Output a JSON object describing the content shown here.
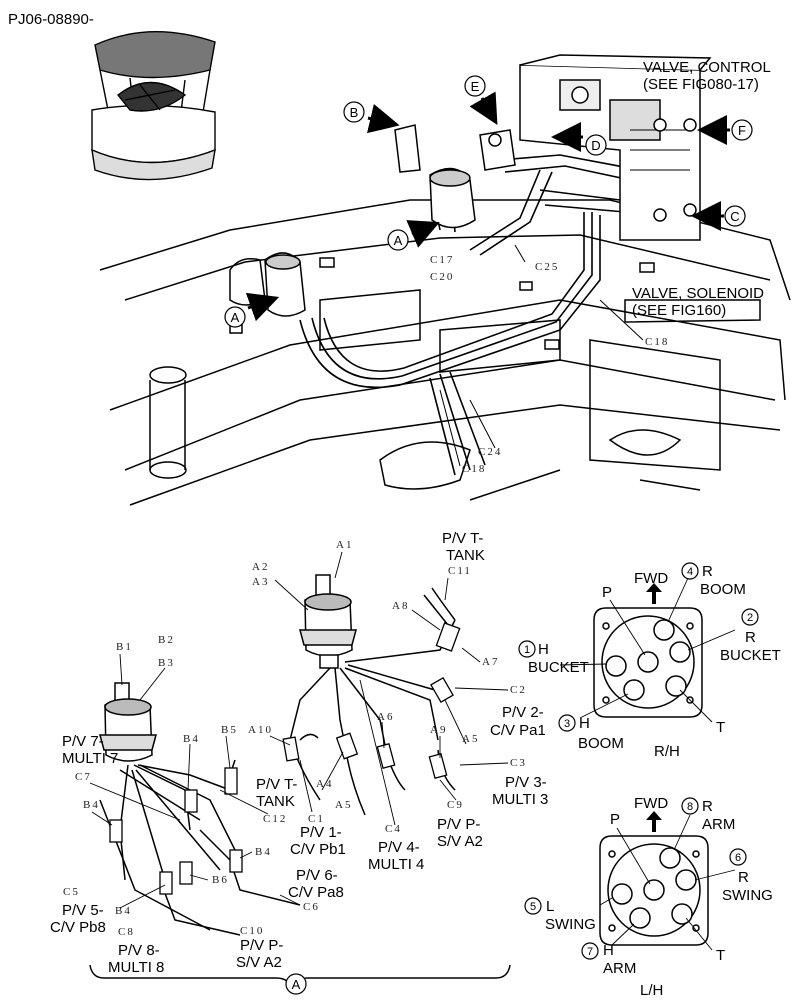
{
  "part_number": "PJ06-08890-",
  "top_callouts": {
    "control_valve_line1": "VALVE, CONTROL",
    "control_valve_line2": "(SEE FIG080-17)",
    "solenoid_valve_line1": "VALVE, SOLENOID",
    "solenoid_valve_line2": "(SEE FIG160)",
    "letters": [
      "A",
      "B",
      "C",
      "D",
      "E",
      "F"
    ],
    "codes": [
      "C17",
      "C20",
      "C25",
      "C18",
      "C24",
      "C18"
    ]
  },
  "detail_a": {
    "parts": [
      "A1",
      "A2",
      "A3",
      "A4",
      "A5",
      "A6",
      "A7",
      "A8",
      "A9",
      "A10",
      "B1",
      "B2",
      "B3",
      "B4",
      "B5",
      "B6",
      "C1",
      "C2",
      "C3",
      "C4",
      "C5",
      "C6",
      "C7",
      "C8",
      "C9",
      "C10",
      "C11",
      "C12"
    ],
    "hoses": {
      "pv_t_tank_top": [
        "P/V T-",
        "TANK"
      ],
      "pv2": [
        "P/V 2-",
        "C/V Pa1"
      ],
      "pv3": [
        "P/V 3-",
        "MULTI 3"
      ],
      "pv7": [
        "P/V 7-",
        "MULTI 7"
      ],
      "pv_t_tank": [
        "P/V T-",
        "TANK"
      ],
      "pv1": [
        "P/V 1-",
        "C/V Pb1"
      ],
      "pv6": [
        "P/V 6-",
        "C/V Pa8"
      ],
      "pv4": [
        "P/V 4-",
        "MULTI 4"
      ],
      "pvp_a2": [
        "P/V P-",
        "S/V A2"
      ],
      "pv5": [
        "P/V 5-",
        "C/V Pb8"
      ],
      "pv8": [
        "P/V 8-",
        "MULTI 8"
      ],
      "pvp_a2b": [
        "P/V P-",
        "S/V A2"
      ]
    },
    "bracket_label": "A"
  },
  "rh_diagram": {
    "fwd": "FWD",
    "p": "P",
    "t": "T",
    "r_boom": [
      "4",
      "R",
      "BOOM"
    ],
    "r_bucket": [
      "2",
      "R",
      "BUCKET"
    ],
    "h_bucket": [
      "1",
      "H",
      "BUCKET"
    ],
    "h_boom": [
      "3",
      "H",
      "BOOM"
    ],
    "caption": "R/H"
  },
  "lh_diagram": {
    "fwd": "FWD",
    "p": "P",
    "t": "T",
    "r_arm": [
      "8",
      "R",
      "ARM"
    ],
    "r_swing": [
      "6",
      "R",
      "SWING"
    ],
    "l_swing": [
      "5",
      "L",
      "SWING"
    ],
    "h_arm": [
      "7",
      "H",
      "ARM"
    ],
    "caption": "L/H"
  }
}
